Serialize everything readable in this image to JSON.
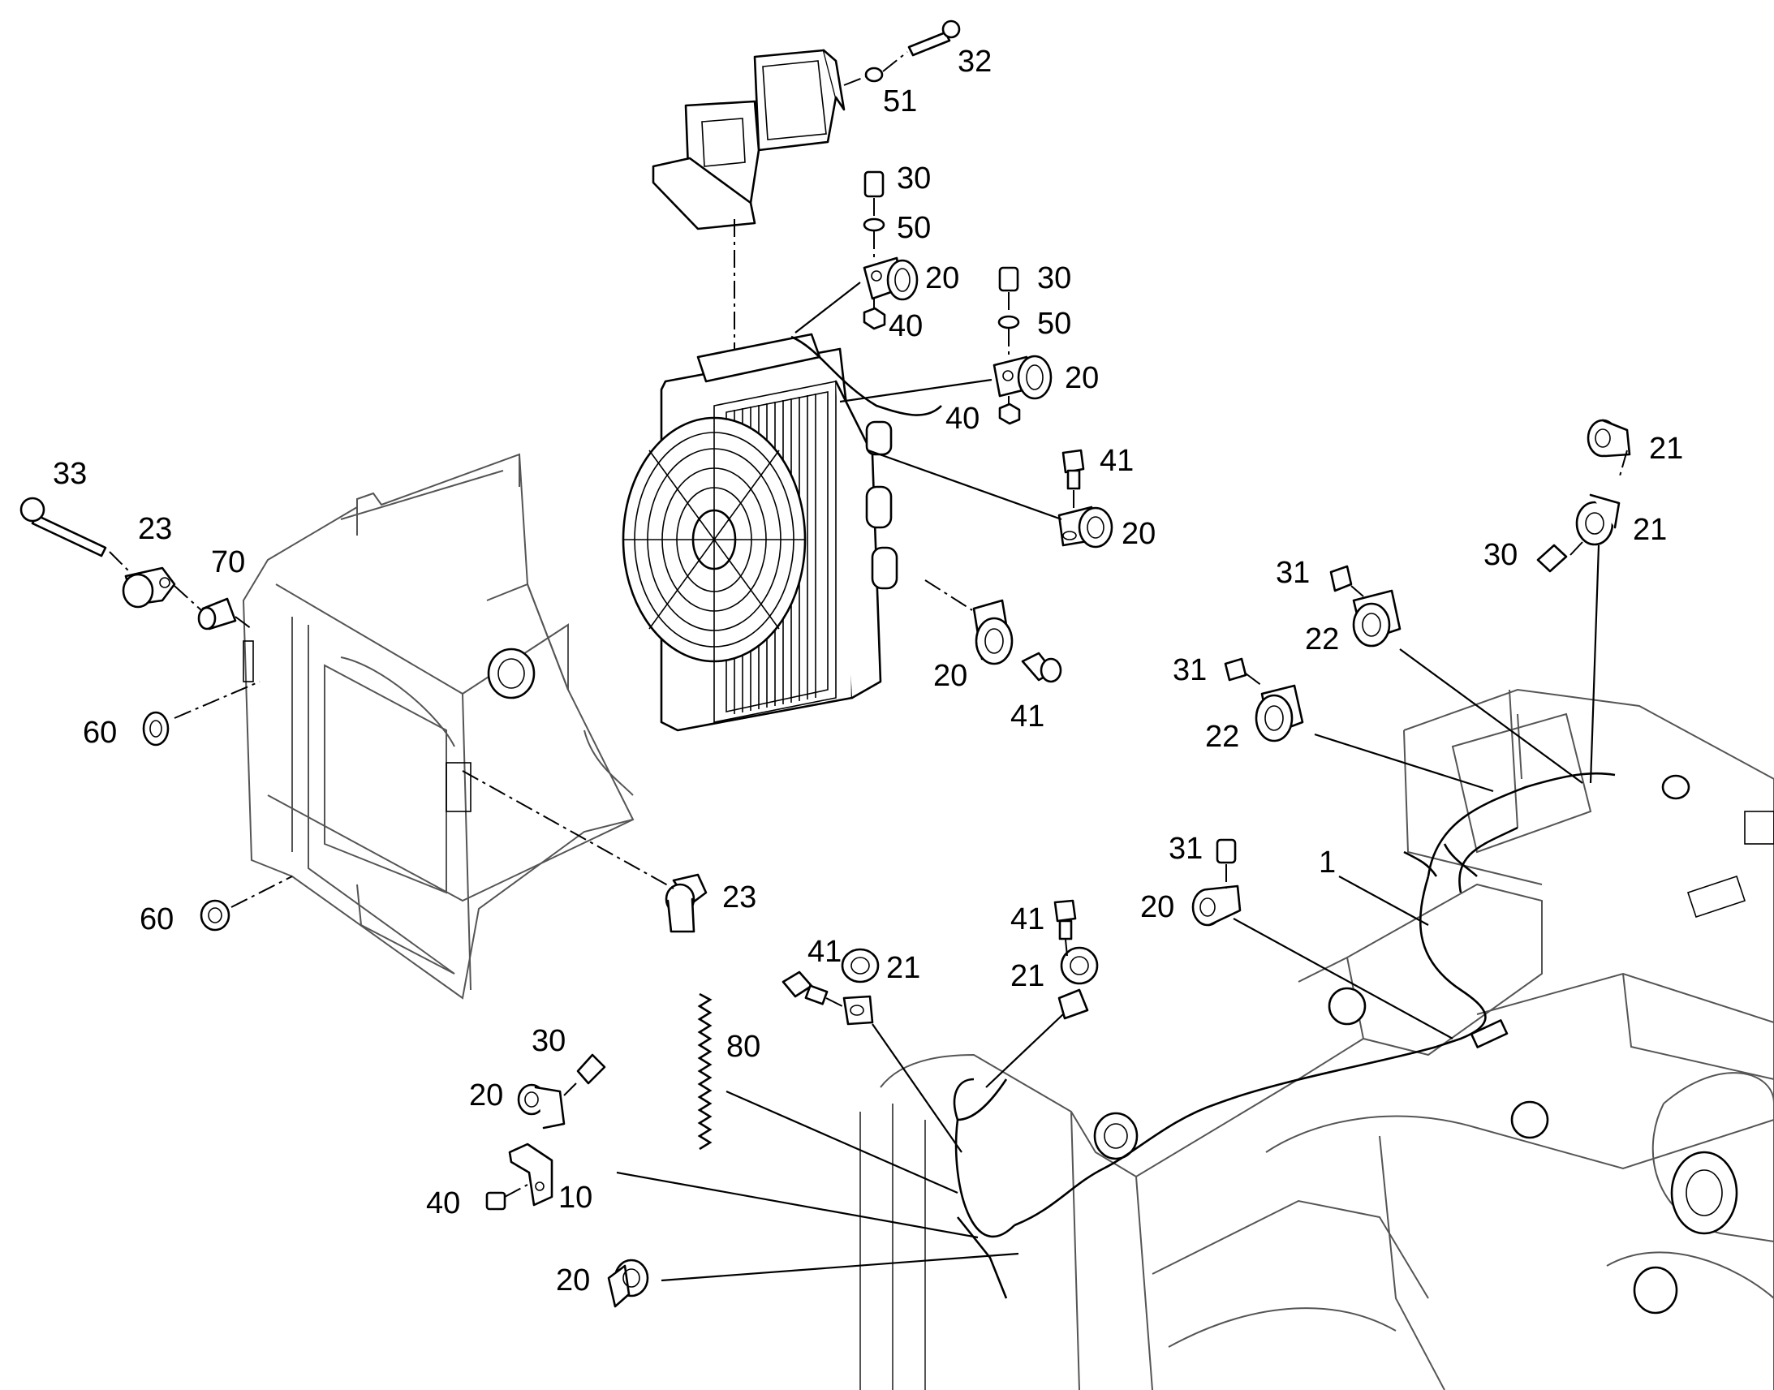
{
  "diagram": {
    "callouts": [
      {
        "id": "c32a",
        "text": "32"
      },
      {
        "id": "c51",
        "text": "51"
      },
      {
        "id": "c30a",
        "text": "30"
      },
      {
        "id": "c50a",
        "text": "50"
      },
      {
        "id": "c20a",
        "text": "20"
      },
      {
        "id": "c40a",
        "text": "40"
      },
      {
        "id": "c30b",
        "text": "30"
      },
      {
        "id": "c50b",
        "text": "50"
      },
      {
        "id": "c20b",
        "text": "20"
      },
      {
        "id": "c40b",
        "text": "40"
      },
      {
        "id": "c41a",
        "text": "41"
      },
      {
        "id": "c20c",
        "text": "20"
      },
      {
        "id": "c20d",
        "text": "20"
      },
      {
        "id": "c41b",
        "text": "41"
      },
      {
        "id": "c33",
        "text": "33"
      },
      {
        "id": "c23a",
        "text": "23"
      },
      {
        "id": "c70",
        "text": "70"
      },
      {
        "id": "c60a",
        "text": "60"
      },
      {
        "id": "c60b",
        "text": "60"
      },
      {
        "id": "c23b",
        "text": "23"
      },
      {
        "id": "c21a",
        "text": "21"
      },
      {
        "id": "c21b",
        "text": "21"
      },
      {
        "id": "c30c",
        "text": "30"
      },
      {
        "id": "c31a",
        "text": "31"
      },
      {
        "id": "c22a",
        "text": "22"
      },
      {
        "id": "c31b",
        "text": "31"
      },
      {
        "id": "c22b",
        "text": "22"
      },
      {
        "id": "c31c",
        "text": "31"
      },
      {
        "id": "c1",
        "text": "1"
      },
      {
        "id": "c20e",
        "text": "20"
      },
      {
        "id": "c41c",
        "text": "41"
      },
      {
        "id": "c21c",
        "text": "21"
      },
      {
        "id": "c41d",
        "text": "41"
      },
      {
        "id": "c21d",
        "text": "21"
      },
      {
        "id": "c80",
        "text": "80"
      },
      {
        "id": "c30d",
        "text": "30"
      },
      {
        "id": "c20f",
        "text": "20"
      },
      {
        "id": "c40c",
        "text": "40"
      },
      {
        "id": "c10",
        "text": "10"
      },
      {
        "id": "c20g",
        "text": "20"
      }
    ]
  }
}
